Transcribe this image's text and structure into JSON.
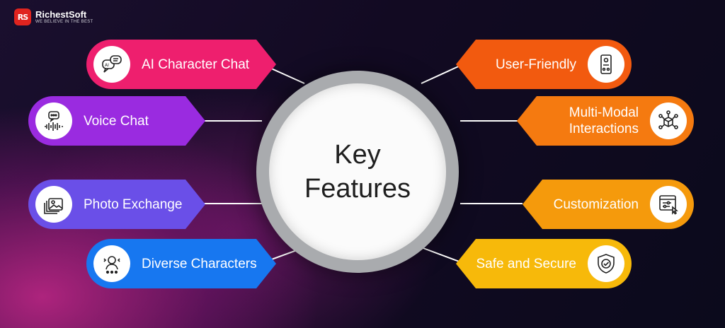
{
  "brand": {
    "name": "RichestSoft",
    "tagline": "WE BELIEVE IN THE BEST",
    "mark": "RS"
  },
  "center": {
    "title": "Key Features"
  },
  "features_left": [
    {
      "label": "AI Character Chat",
      "icon": "ai-chat-icon",
      "color": "#ee1f6e"
    },
    {
      "label": "Voice Chat",
      "icon": "voice-chat-icon",
      "color": "#9a2be0"
    },
    {
      "label": "Photo Exchange",
      "icon": "photo-gallery-icon",
      "color": "#6a4fe8"
    },
    {
      "label": "Diverse Characters",
      "icon": "character-network-icon",
      "color": "#1777f0"
    }
  ],
  "features_right": [
    {
      "label": "User-Friendly",
      "icon": "mobile-interface-icon",
      "color": "#f25a0f"
    },
    {
      "label": "Multi-Modal Interactions",
      "icon": "cube-network-icon",
      "color": "#f57a10"
    },
    {
      "label": "Customization",
      "icon": "settings-window-icon",
      "color": "#f59a0c"
    },
    {
      "label": "Safe and Secure",
      "icon": "shield-check-icon",
      "color": "#f7b90a"
    }
  ]
}
